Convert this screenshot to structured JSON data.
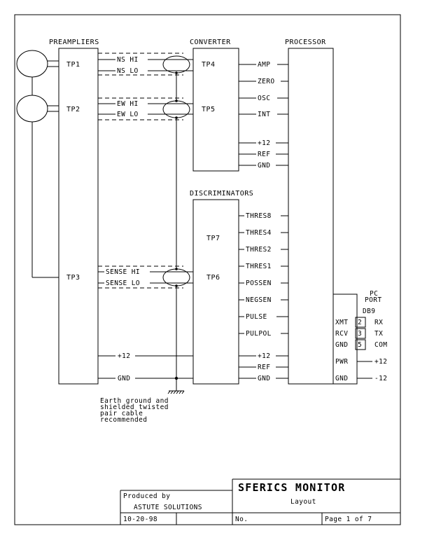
{
  "sections": {
    "preampliers": "PREAMPLIERS",
    "converter": "CONVERTER",
    "processor": "PROCESSOR",
    "discriminators": "DISCRIMINATORS",
    "pc_port": [
      "PC",
      "PORT"
    ],
    "db9": "DB9"
  },
  "preamp_testpoints": [
    "TP1",
    "TP2",
    "TP3"
  ],
  "converter_testpoints": [
    "TP4",
    "TP5"
  ],
  "discriminator_testpoints": [
    "TP7",
    "TP6"
  ],
  "signals": {
    "ns_hi": "NS HI",
    "ns_lo": "NS LO",
    "ew_hi": "EW HI",
    "ew_lo": "EW LO",
    "sense_hi": "SENSE HI",
    "sense_lo": "SENSE LO",
    "plus12": "+12",
    "gnd": "GND"
  },
  "converter_outputs": [
    "AMP",
    "ZERO",
    "OSC",
    "INT"
  ],
  "converter_power": [
    "+12",
    "REF",
    "GND"
  ],
  "discriminator_outputs": [
    "THRES8",
    "THRES4",
    "THRES2",
    "THRES1",
    "POSSEN",
    "NEGSEN",
    "PULSE",
    "PULPOL"
  ],
  "discriminator_power": [
    "+12",
    "REF",
    "GND"
  ],
  "port": {
    "pins": [
      {
        "label": "XMT",
        "pin": "2",
        "pc": "RX"
      },
      {
        "label": "RCV",
        "pin": "3",
        "pc": "TX"
      },
      {
        "label": "GND",
        "pin": "5",
        "pc": "COM"
      }
    ],
    "power": [
      {
        "label": "PWR",
        "value": "+12"
      },
      {
        "label": "GND",
        "value": "-12"
      }
    ]
  },
  "note": [
    "Earth ground and",
    "shielded twisted",
    "pair cable",
    "recommended"
  ],
  "title_block": {
    "produced_by": "Produced by",
    "company": "ASTUTE SOLUTIONS",
    "title": "SFERICS MONITOR",
    "subtitle": "Layout",
    "date": "10-20-98",
    "no_label": "No.",
    "page": "Page  1 of 7"
  }
}
